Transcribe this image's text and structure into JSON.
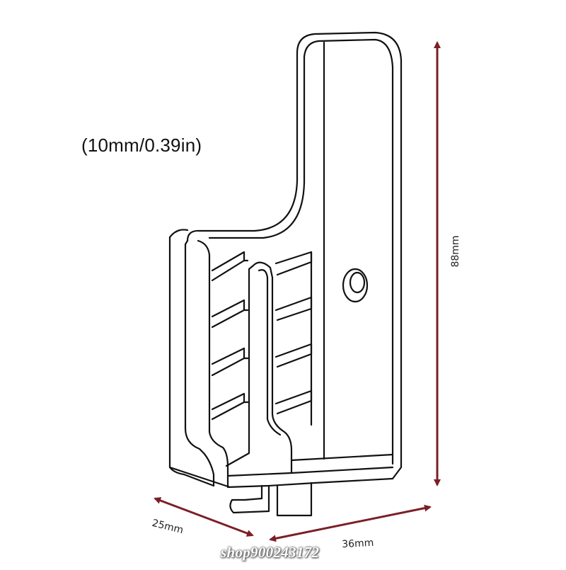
{
  "note_text": "(10mm/0.39in)",
  "dimensions": {
    "height": "88mm",
    "depth": "25mm",
    "width": "36mm"
  },
  "watermark": "shop900243172",
  "colors": {
    "line": "#111111",
    "dimension": "#7b1f27"
  }
}
